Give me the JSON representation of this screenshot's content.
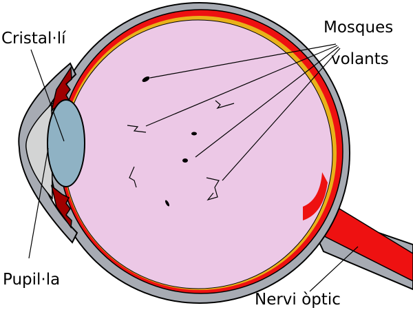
{
  "labels": {
    "lens": "Cristal·lí",
    "floaters_line1": "Mosques",
    "floaters_line2": "volants",
    "pupil": "Pupil·la",
    "optic_nerve": "Nervi òptic"
  },
  "colors": {
    "sclera": "#a7abb3",
    "choroid": "#ee1111",
    "retina": "#e8b21a",
    "vitreous": "#ecc8e6",
    "lens": "#8fb2c4",
    "aqueous": "#d3d4d4",
    "iris": "#a00000"
  }
}
